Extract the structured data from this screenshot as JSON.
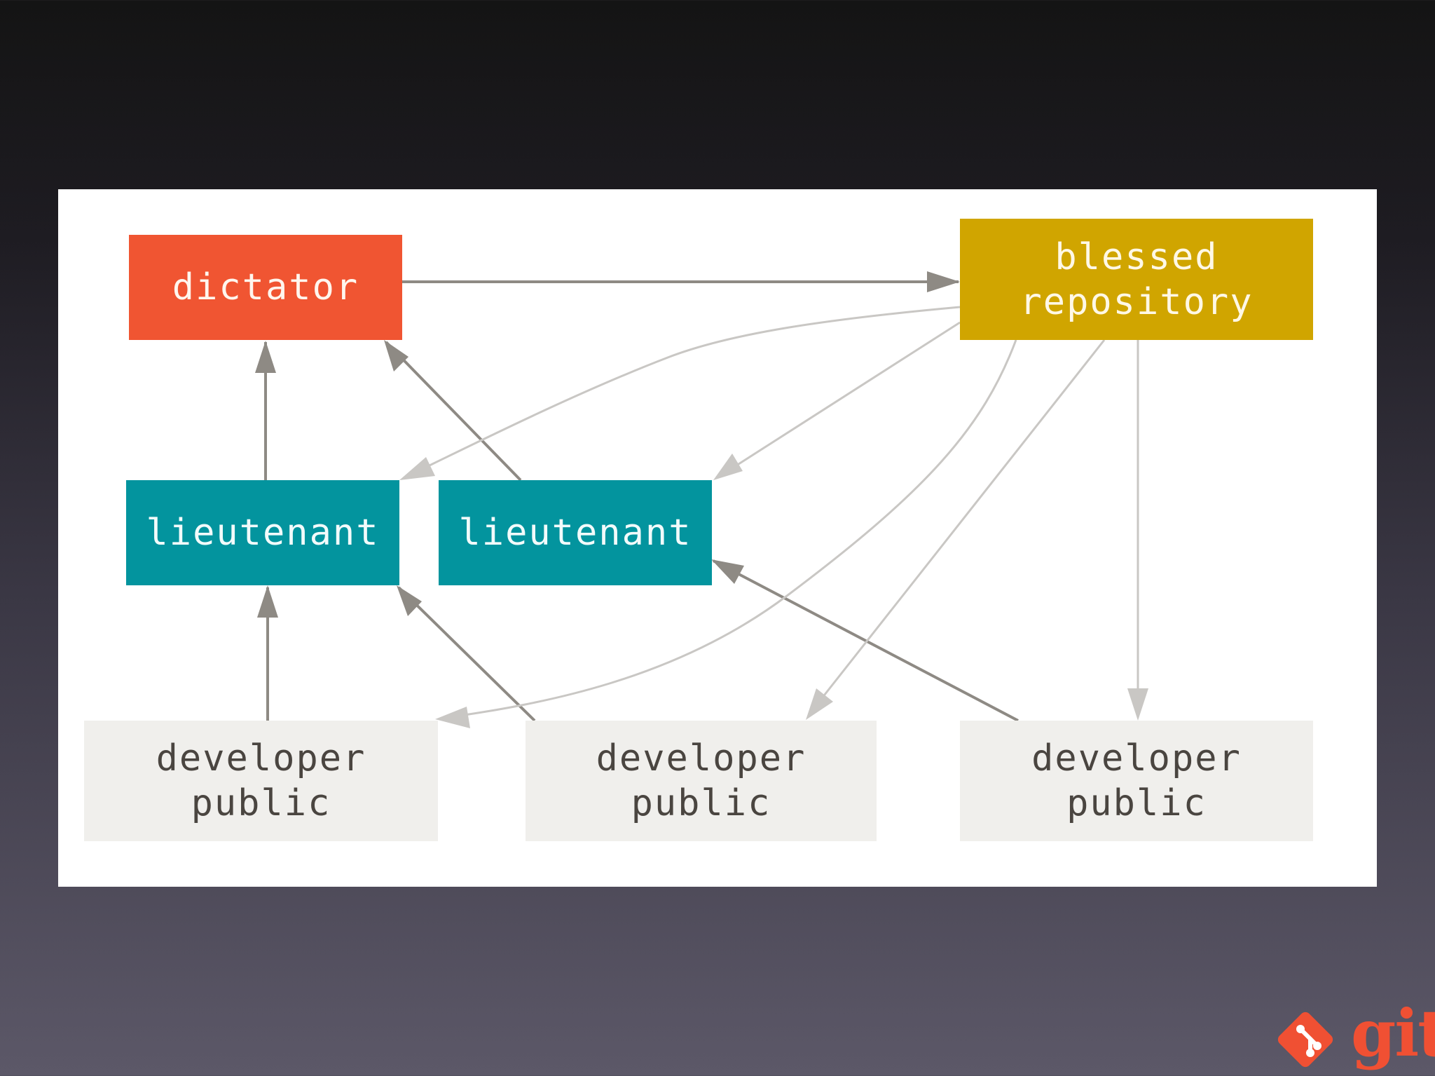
{
  "diagram": {
    "nodes": {
      "dictator": "dictator",
      "blessed_repository": "blessed\nrepository",
      "lieutenant_1": "lieutenant",
      "lieutenant_2": "lieutenant",
      "developer_1": "developer\npublic",
      "developer_2": "developer\npublic",
      "developer_3": "developer\npublic"
    },
    "edges": [
      {
        "from": "dictator",
        "to": "blessed_repository",
        "style": "push"
      },
      {
        "from": "lieutenant_1",
        "to": "dictator",
        "style": "push"
      },
      {
        "from": "lieutenant_2",
        "to": "dictator",
        "style": "push"
      },
      {
        "from": "developer_1",
        "to": "lieutenant_1",
        "style": "push"
      },
      {
        "from": "developer_2",
        "to": "lieutenant_1",
        "style": "push"
      },
      {
        "from": "developer_3",
        "to": "lieutenant_2",
        "style": "push"
      },
      {
        "from": "blessed_repository",
        "to": "lieutenant_1",
        "style": "pull"
      },
      {
        "from": "blessed_repository",
        "to": "lieutenant_2",
        "style": "pull"
      },
      {
        "from": "blessed_repository",
        "to": "developer_1",
        "style": "pull"
      },
      {
        "from": "blessed_repository",
        "to": "developer_2",
        "style": "pull"
      },
      {
        "from": "blessed_repository",
        "to": "developer_3",
        "style": "pull"
      }
    ],
    "colors": {
      "dictator": "#f05532",
      "blessed_repository": "#d0a500",
      "lieutenant": "#03949e",
      "developer": "#f0efec",
      "push_arrow": "#8e8a84",
      "pull_arrow": "#c9c7c4"
    }
  },
  "logo": {
    "text": "git",
    "icon": "git-logo-icon",
    "color": "#f05033"
  }
}
